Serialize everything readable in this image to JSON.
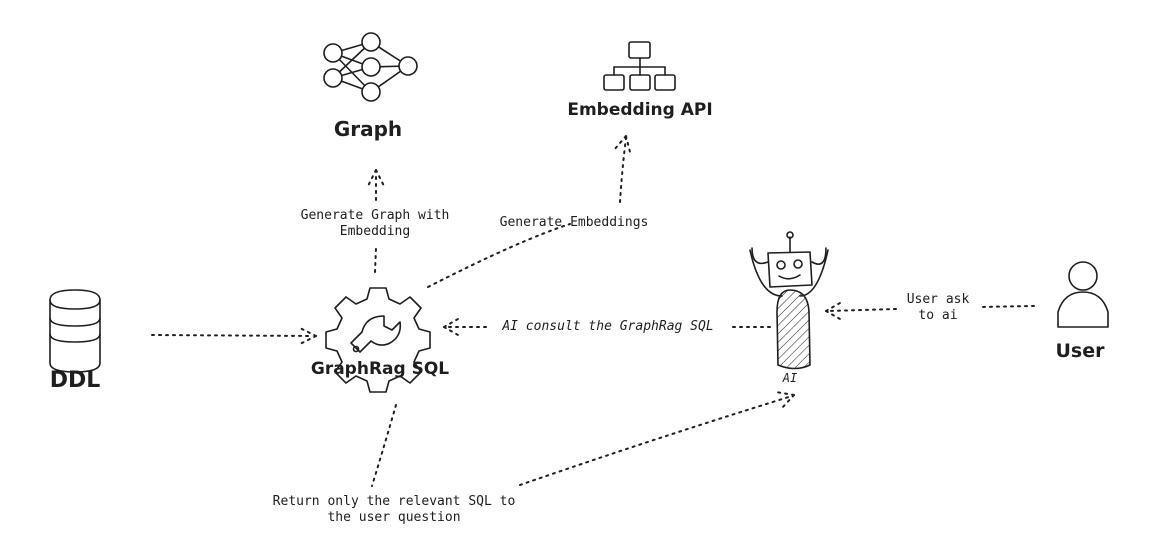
{
  "nodes": {
    "graph": {
      "label": "Graph",
      "icon": "neural-network-icon"
    },
    "embedding_api": {
      "label": "Embedding API",
      "icon": "hierarchy-icon"
    },
    "ddl": {
      "label": "DDL",
      "icon": "database-icon"
    },
    "graphrag_sql": {
      "label": "GraphRag SQL",
      "icon": "gear-wrench-icon"
    },
    "ai": {
      "label": "AI",
      "icon": "robot-icon"
    },
    "user": {
      "label": "User",
      "icon": "user-icon"
    }
  },
  "edges": {
    "generate_graph": {
      "line1": "Generate Graph with",
      "line2": "Embedding"
    },
    "generate_embeddings": {
      "label": "Generate Embeddings"
    },
    "ai_consult": {
      "label": "AI consult the GraphRag SQL"
    },
    "user_ask": {
      "line1": "User ask",
      "line2": "to ai"
    },
    "return_sql": {
      "line1": "Return only the relevant SQL to",
      "line2": "the user question"
    }
  },
  "colors": {
    "ink": "#1e1e1e",
    "background": "#ffffff"
  }
}
